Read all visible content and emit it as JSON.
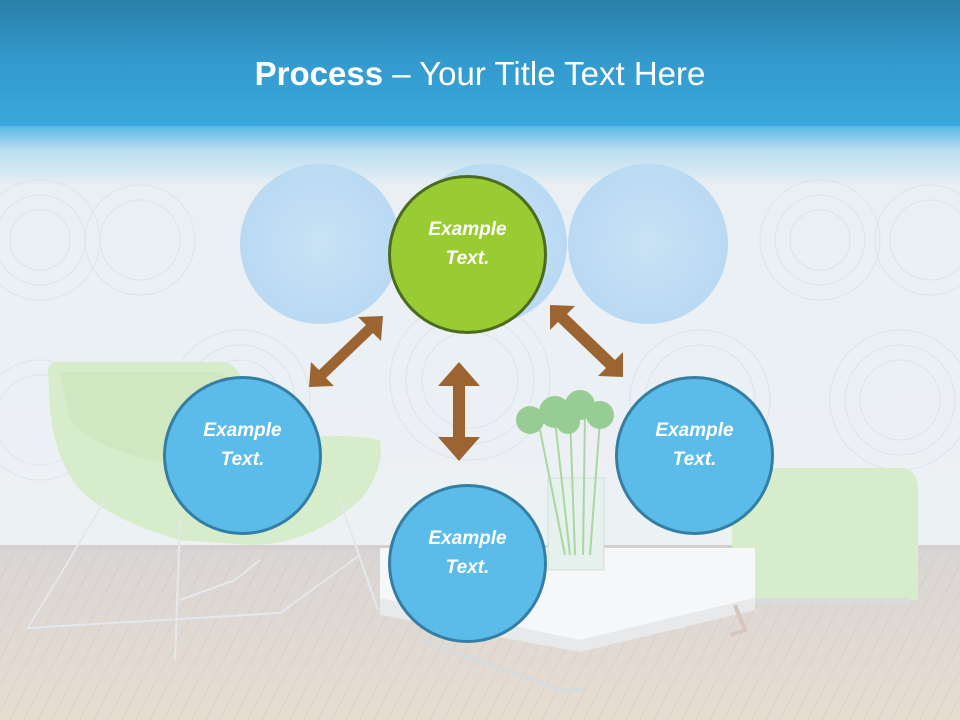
{
  "slide": {
    "title_bold": "Process",
    "title_rest": " – Your Title Text Here"
  },
  "diagram": {
    "center_node": {
      "line1": "Example",
      "line2": "Text.",
      "color": "#99cc33",
      "border": "#4d6b1e"
    },
    "nodes": [
      {
        "id": "left",
        "line1": "Example",
        "line2": "Text.",
        "color": "#5bbce9",
        "border": "#357ea3"
      },
      {
        "id": "bottom",
        "line1": "Example",
        "line2": "Text.",
        "color": "#5bbce9",
        "border": "#357ea3"
      },
      {
        "id": "right",
        "line1": "Example",
        "line2": "Text.",
        "color": "#5bbce9",
        "border": "#357ea3"
      }
    ],
    "arrow_color": "#9c6430",
    "arrows": [
      {
        "from": "center",
        "to": "left",
        "type": "double-headed"
      },
      {
        "from": "center",
        "to": "bottom",
        "type": "double-headed"
      },
      {
        "from": "center",
        "to": "right",
        "type": "double-headed"
      }
    ]
  },
  "theme": {
    "header_top": "#2a7fa8",
    "header_bottom": "#3aa9dd",
    "background": "#eef2f5"
  }
}
